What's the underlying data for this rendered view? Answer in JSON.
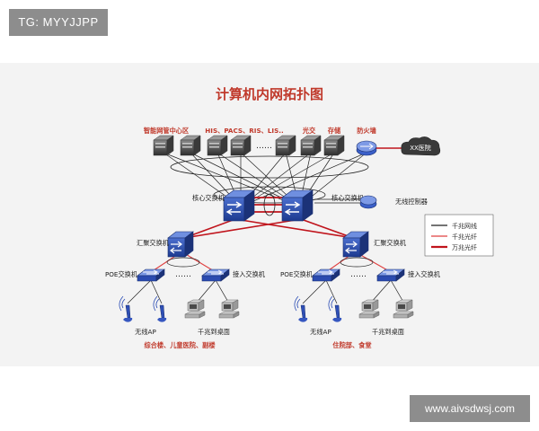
{
  "tag": "TG: MYYJJPP",
  "watermark": "www.aivsdwsj.com",
  "diagram": {
    "title": "计算机内网拓扑图",
    "server_labels": [
      "智能网管中心区",
      "HIS、PACS、RIS、LIS..",
      "光交",
      "存储",
      "防火墙"
    ],
    "ellipsis": "……",
    "cloud": "XX医院",
    "core_switch": "核心交换机",
    "wireless_controller": "无线控制器",
    "aggregation_switch": "汇聚交换机",
    "poe_switch": "POE交换机",
    "access_switch": "接入交换机",
    "wireless_ap": "无线AP",
    "desktop": "千兆到桌面",
    "area_left": "综合楼、儿童医院、副楼",
    "area_right": "住院部、食堂"
  },
  "legend": {
    "items": [
      {
        "label": "千兆网线",
        "color": "#222222"
      },
      {
        "label": "千兆光纤",
        "color": "#e04040"
      },
      {
        "label": "万兆光纤",
        "color": "#c0141c"
      }
    ]
  }
}
